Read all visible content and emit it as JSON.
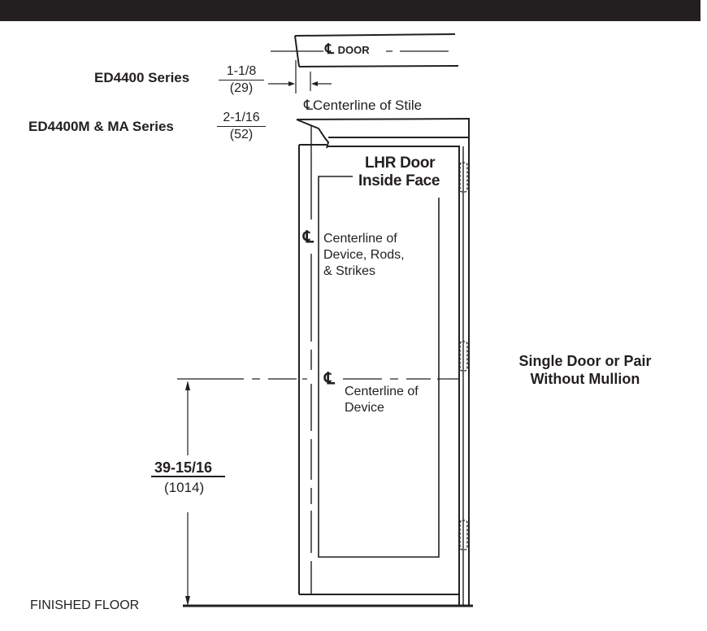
{
  "header": {
    "bar_color": "#231f20"
  },
  "dimensions": {
    "stile_offset": [
      {
        "series": "ED4400 Series",
        "imperial": "1-1/8",
        "metric": "(29)"
      },
      {
        "series": "ED4400M & MA Series",
        "imperial": "2-1/16",
        "metric": "(52)"
      }
    ],
    "device_height": {
      "imperial": "39-15/16",
      "metric": "(1014)"
    }
  },
  "labels": {
    "cl_door_symbol": "℄",
    "cl_door_text": "DOOR",
    "cl_stile_symbol": "℄",
    "cl_stile_text": "Centerline of Stile",
    "door_title_line1": "LHR Door",
    "door_title_line2": "Inside Face",
    "cl_rods_symbol": "℄",
    "cl_rods_line1": "Centerline of",
    "cl_rods_line2": "Device, Rods,",
    "cl_rods_line3": "& Strikes",
    "cl_device_symbol": "℄",
    "cl_device_line1": "Centerline of",
    "cl_device_line2": "Device",
    "config_line1": "Single Door or Pair",
    "config_line2": "Without Mullion",
    "finished_floor": "FINISHED FLOOR"
  },
  "colors": {
    "ink": "#231f20",
    "background": "#ffffff"
  }
}
